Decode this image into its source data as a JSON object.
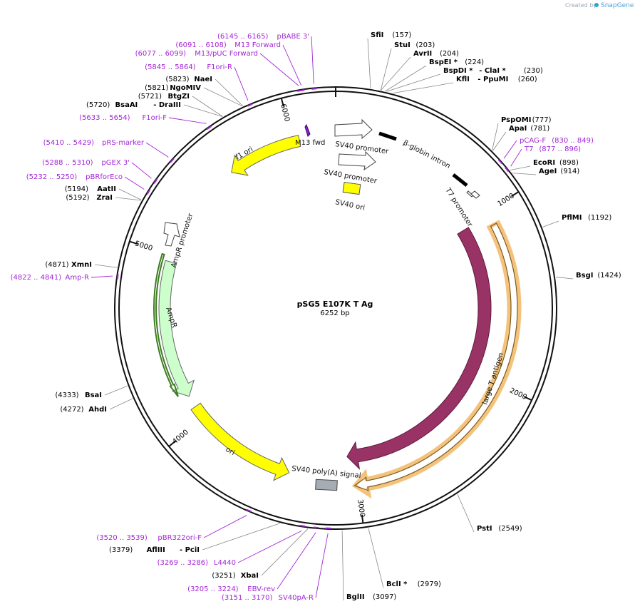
{
  "brand": {
    "created_by": "Created by",
    "name": "SnapGene"
  },
  "plasmid": {
    "name": "pSG5 E107K T Ag",
    "size": "6252 bp",
    "length": 6252
  },
  "ticks": [
    {
      "label": "1000",
      "pos": 1000
    },
    {
      "label": "2000",
      "pos": 2000
    },
    {
      "label": "3000",
      "pos": 3000
    },
    {
      "label": "4000",
      "pos": 4000
    },
    {
      "label": "5000",
      "pos": 5000
    },
    {
      "label": "6000",
      "pos": 6000
    }
  ],
  "sites_right": [
    {
      "name": "SfiI",
      "suffix": "",
      "coord": "(157)",
      "pos": 157
    },
    {
      "name": "StuI",
      "suffix": "",
      "coord": "(203)",
      "pos": 203
    },
    {
      "name": "AvrII",
      "suffix": "",
      "coord": "(204)",
      "pos": 204
    },
    {
      "name": "BspEI *",
      "suffix": "",
      "coord": "(224)",
      "pos": 224
    },
    {
      "name": "BspDI *",
      "suffix": " - ClaI *",
      "coord": "(230)",
      "pos": 230
    },
    {
      "name": "KflI",
      "suffix": " - PpuMI",
      "coord": "(260)",
      "pos": 260
    },
    {
      "name": "PspOMI",
      "suffix": "",
      "coord": "(777)",
      "pos": 777
    },
    {
      "name": "ApaI",
      "suffix": "",
      "coord": "(781)",
      "pos": 781
    },
    {
      "name": "EcoRI",
      "suffix": "",
      "coord": "(898)",
      "pos": 898
    },
    {
      "name": "AgeI",
      "suffix": "",
      "coord": "(914)",
      "pos": 914
    },
    {
      "name": "PflMI",
      "suffix": "",
      "coord": "(1192)",
      "pos": 1192
    },
    {
      "name": "BsgI",
      "suffix": "",
      "coord": "(1424)",
      "pos": 1424
    },
    {
      "name": "PstI",
      "suffix": "",
      "coord": "(2549)",
      "pos": 2549
    },
    {
      "name": "BclI *",
      "suffix": "",
      "coord": "(2979)",
      "pos": 2979
    },
    {
      "name": "BglII",
      "suffix": "",
      "coord": "(3097)",
      "pos": 3097
    }
  ],
  "sites_left": [
    {
      "name": "NaeI",
      "prefix": "",
      "coord": "(5823)",
      "pos": 5823
    },
    {
      "name": "NgoMIV",
      "prefix": "",
      "coord": "(5821)",
      "pos": 5821
    },
    {
      "name": "BtgZI",
      "prefix": "",
      "coord": "(5721)",
      "pos": 5721
    },
    {
      "name": "BsaAI",
      "prefix": "",
      "suffix": " - DraIII",
      "coord": "(5720)",
      "pos": 5720
    },
    {
      "name": "AatII",
      "prefix": "",
      "coord": "(5194)",
      "pos": 5194
    },
    {
      "name": "ZraI",
      "prefix": "",
      "coord": "(5192)",
      "pos": 5192
    },
    {
      "name": "XmnI",
      "prefix": "",
      "coord": "(4871)",
      "pos": 4871
    },
    {
      "name": "BsaI",
      "prefix": "",
      "coord": "(4333)",
      "pos": 4333
    },
    {
      "name": "AhdI",
      "prefix": "",
      "coord": "(4272)",
      "pos": 4272
    },
    {
      "name": "AflIII",
      "prefix": "",
      "suffix": " - PciI",
      "coord": "(3379)",
      "pos": 3379
    },
    {
      "name": "XbaI",
      "prefix": "",
      "coord": "(3251)",
      "pos": 3251
    }
  ],
  "primers_left": [
    {
      "name": "pBABE 3'",
      "coord": "(6145 .. 6165)",
      "pos": 6155
    },
    {
      "name": "M13 Forward",
      "coord": "(6091 .. 6108)",
      "pos": 6099
    },
    {
      "name": "M13/pUC Forward",
      "coord": "(6077 .. 6099)",
      "pos": 6088
    },
    {
      "name": "F1ori-R",
      "coord": "(5845 .. 5864)",
      "pos": 5854
    },
    {
      "name": "F1ori-F",
      "coord": "(5633 .. 5654)",
      "pos": 5643
    },
    {
      "name": "pRS-marker",
      "coord": "(5410 .. 5429)",
      "pos": 5419
    },
    {
      "name": "pGEX 3'",
      "coord": "(5288 .. 5310)",
      "pos": 5299
    },
    {
      "name": "pBRforEco",
      "coord": "(5232 .. 5250)",
      "pos": 5241
    },
    {
      "name": "Amp-R",
      "coord": "(4822 .. 4841)",
      "pos": 4831
    },
    {
      "name": "pBR322ori-F",
      "coord": "(3520 .. 3539)",
      "pos": 3529
    },
    {
      "name": "L4440",
      "coord": "(3269 .. 3286)",
      "pos": 3277
    },
    {
      "name": "EBV-rev",
      "coord": "(3205 .. 3224)",
      "pos": 3214
    },
    {
      "name": "SV40pA-R",
      "coord": "(3151 .. 3170)",
      "pos": 3160
    }
  ],
  "primers_right": [
    {
      "name": "pCAG-F",
      "coord": "(830 .. 849)",
      "pos": 840
    },
    {
      "name": "T7",
      "coord": "(877 .. 896)",
      "pos": 886
    }
  ],
  "features": {
    "m13_fwd": "M13 fwd",
    "sv40_promoter_a": "SV40 promoter",
    "sv40_promoter_b": "SV40 promoter",
    "sv40_ori": "SV40 ori",
    "beta_globin_intron": "β-globin intron",
    "t7_promoter": "T7 promoter",
    "large_t_antigen": "large T antigen",
    "sv40_polya": "SV40 poly(A) signal",
    "ori": "ori",
    "ampr": "AmpR",
    "ampr_promoter": "AmpR promoter",
    "f1_ori": "f1 ori"
  },
  "colors": {
    "f1_ori": "#ffff00",
    "ori": "#ffff00",
    "sv40_ori": "#ffff00",
    "ampr": "#ccffcc",
    "ampr_edge": "#3b7d1e",
    "large_t": "#993366",
    "large_t_orf": "#f4c27a",
    "polya": "#a6acb3",
    "primer": "#a326d6",
    "m13": "#8b1fd0"
  }
}
